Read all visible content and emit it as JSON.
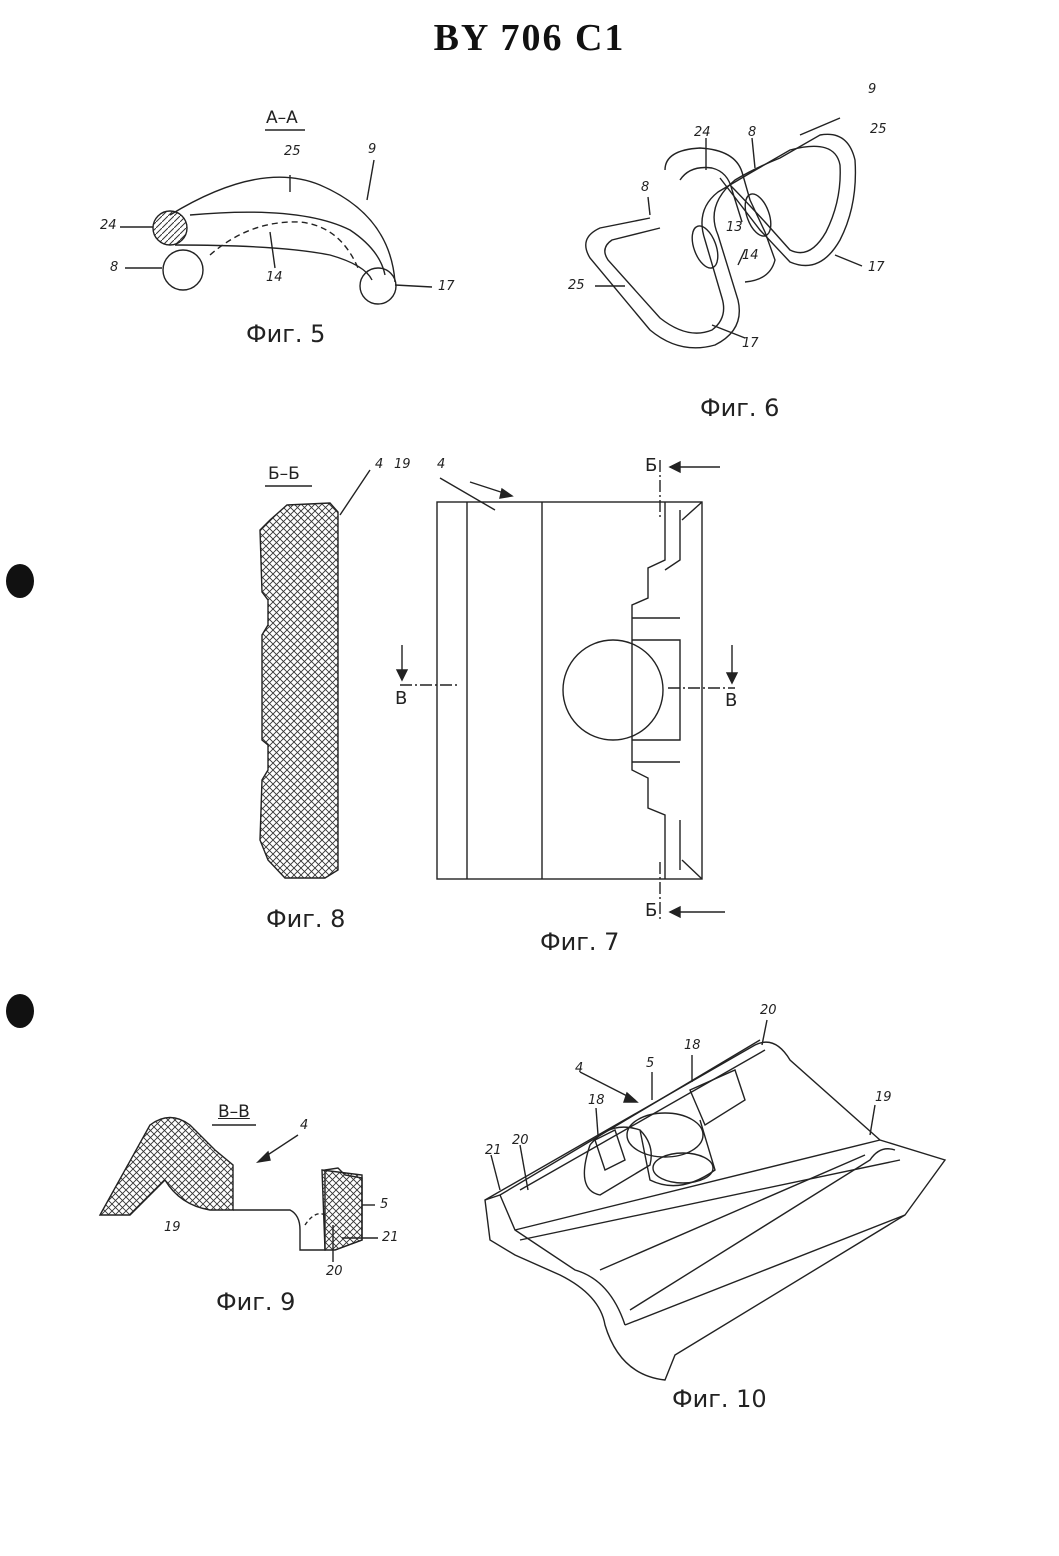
{
  "header": {
    "title": "BY 706 C1"
  },
  "fig5": {
    "caption": "Фиг. 5",
    "section": "А–А",
    "labels": {
      "n25": "25",
      "n9": "9",
      "n24": "24",
      "n8": "8",
      "n14": "14",
      "n17": "17"
    }
  },
  "fig6": {
    "caption": "Фиг. 6",
    "labels": {
      "n9": "9",
      "n24": "24",
      "n8a": "8",
      "n25a": "25",
      "n8b": "8",
      "n13": "13",
      "n14": "14",
      "n17a": "17",
      "n25b": "25",
      "n17b": "17"
    }
  },
  "fig8": {
    "caption": "Фиг. 8",
    "section": "Б–Б",
    "labels": {
      "n4": "4"
    }
  },
  "fig7": {
    "caption": "Фиг. 7",
    "labels": {
      "n19": "19",
      "n4": "4",
      "b_top": "Б",
      "b_bottom": "Б",
      "v_left": "В",
      "v_right": "В"
    }
  },
  "fig9": {
    "caption": "Фиг. 9",
    "section": "В–В",
    "labels": {
      "n4": "4",
      "n5": "5",
      "n19": "19",
      "n21": "21",
      "n20": "20"
    }
  },
  "fig10": {
    "caption": "Фиг. 10",
    "labels": {
      "n20a": "20",
      "n18a": "18",
      "n5": "5",
      "n4": "4",
      "n18b": "18",
      "n19": "19",
      "n21": "21",
      "n20b": "20"
    }
  }
}
